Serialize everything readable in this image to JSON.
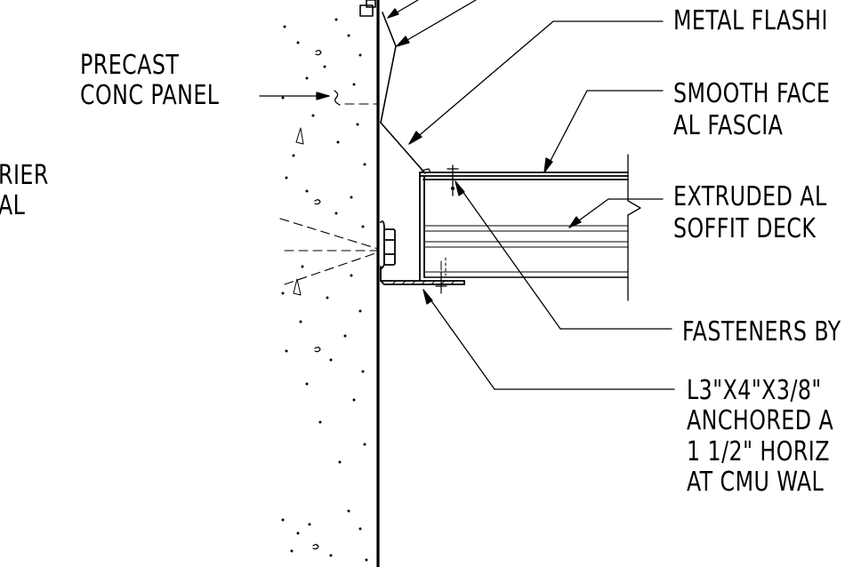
{
  "labels": {
    "precast_line1": "PRECAST",
    "precast_line2": "CONC PANEL",
    "barrier_line1": "RIER",
    "barrier_line2": "AL",
    "metal_flashing": "METAL FLASHI",
    "smooth_line1": "SMOOTH FACE",
    "smooth_line2": "AL FASCIA",
    "extruded_line1": "EXTRUDED AL",
    "extruded_line2": "SOFFIT DECK",
    "fasteners": "FASTENERS BY",
    "angle_line1": "L3\"X4\"X3/8\"",
    "angle_line2": "ANCHORED A",
    "angle_line3": "1 1/2\" HORIZ",
    "angle_line4": "AT CMU WAL"
  },
  "colors": {
    "ink": "#000000",
    "paper": "#ffffff"
  }
}
